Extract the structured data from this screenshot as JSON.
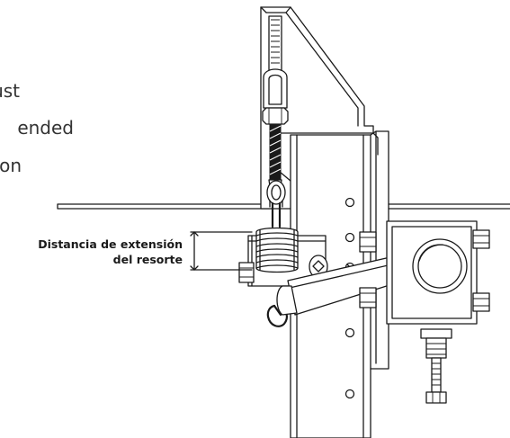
{
  "intro": {
    "line1": "ust",
    "line2": "ended",
    "line3": "on"
  },
  "callout": {
    "line1": "Distancia de extensión",
    "line2": "del resorte"
  },
  "colors": {
    "ink": "#1a1a1a",
    "text": "#333333",
    "background": "#ffffff"
  }
}
